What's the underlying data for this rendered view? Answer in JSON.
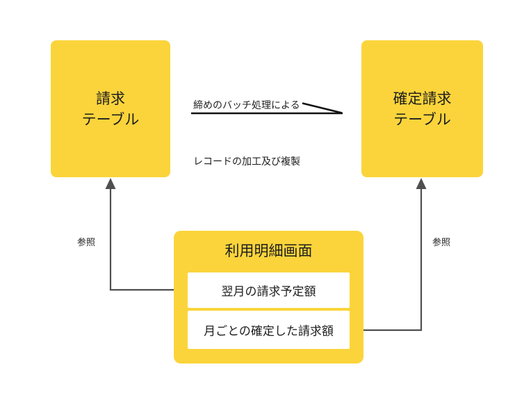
{
  "diagram": {
    "title": "billing-tables-reference-diagram",
    "colors": {
      "node_fill": "#fbd43b",
      "row_fill": "#ffffff",
      "connector_gray": "#4f4f4f",
      "arrow_black": "#111111",
      "text": "#1e1e1e",
      "background": "#ffffff"
    },
    "nodes": {
      "billing_table": {
        "lines": [
          "請求",
          "テーブル"
        ]
      },
      "confirmed_billing_table": {
        "lines": [
          "確定請求",
          "テーブル"
        ]
      },
      "usage_detail_screen": {
        "title": "利用明細画面",
        "rows": [
          {
            "label": "翌月の請求予定額"
          },
          {
            "label": "月ごとの確定した請求額"
          }
        ]
      }
    },
    "edges": {
      "batch_arrow": {
        "label_lines": [
          "締めのバッチ処理による",
          "レコードの加工及び複製"
        ],
        "from": "billing_table",
        "to": "confirmed_billing_table"
      },
      "ref_left": {
        "label": "参照",
        "from": "usage_detail_screen.rows.0",
        "to": "billing_table"
      },
      "ref_right": {
        "label": "参照",
        "from": "usage_detail_screen.rows.1",
        "to": "confirmed_billing_table"
      }
    }
  }
}
